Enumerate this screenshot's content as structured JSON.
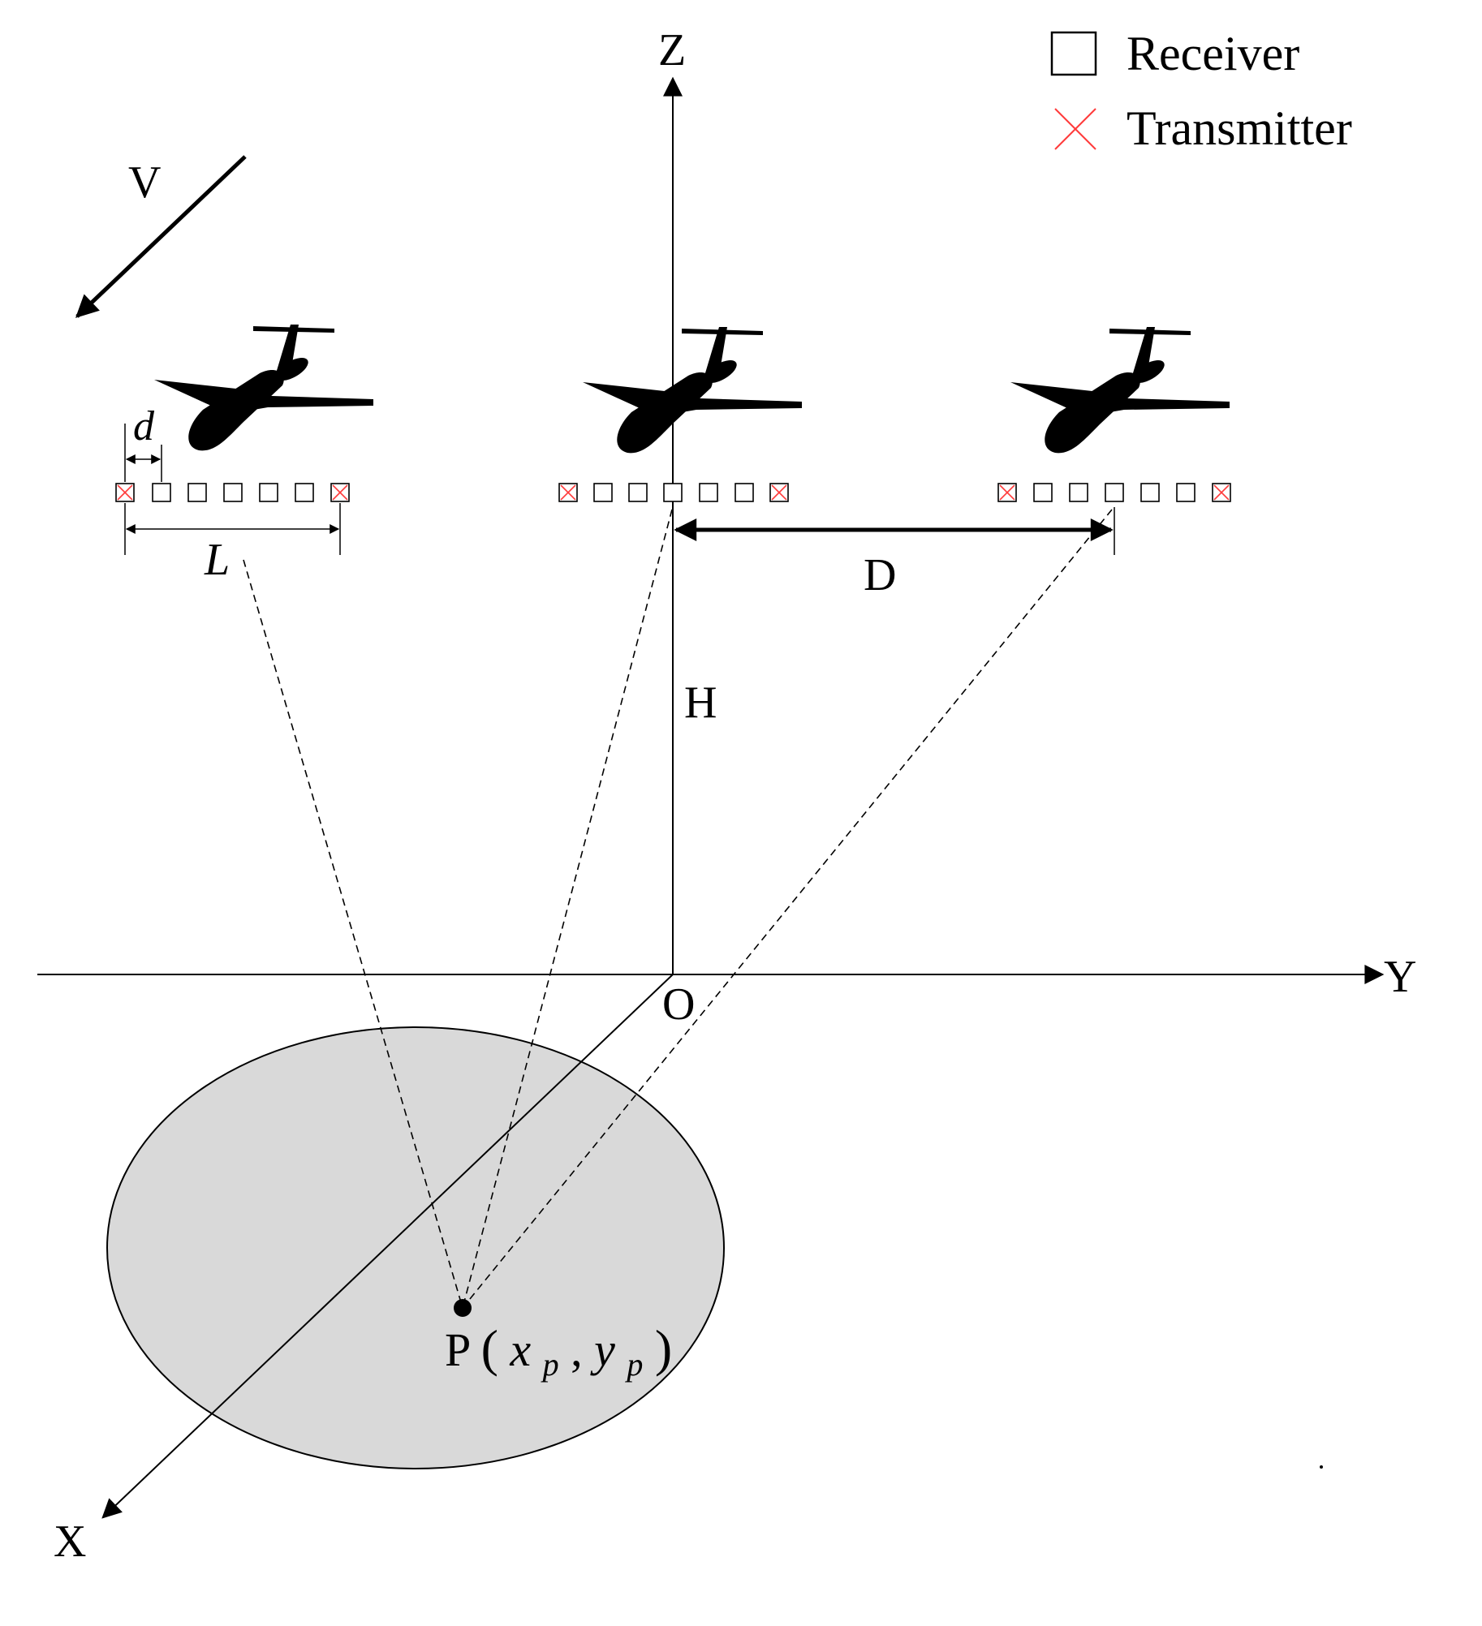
{
  "axes": {
    "z": "Z",
    "y": "Y",
    "x": "X",
    "origin": "O"
  },
  "velocity_label": "V",
  "spacing_label": "d",
  "length_label": "L",
  "baseline_label": "D",
  "height_label": "H",
  "point": {
    "name": "P",
    "open": "(",
    "x": "x",
    "x_sub": "p",
    "comma": ",",
    "y": "y",
    "y_sub": "p",
    "close": ")"
  },
  "legend": {
    "receiver": "Receiver",
    "transmitter": "Transmitter"
  },
  "colors": {
    "line": "#000000",
    "transmitter_cross": "#ff3b3b",
    "scene_fill": "#d9d9d9",
    "aircraft": "#000000"
  },
  "icons": [
    "aircraft-icon",
    "receiver-icon",
    "transmitter-icon"
  ]
}
